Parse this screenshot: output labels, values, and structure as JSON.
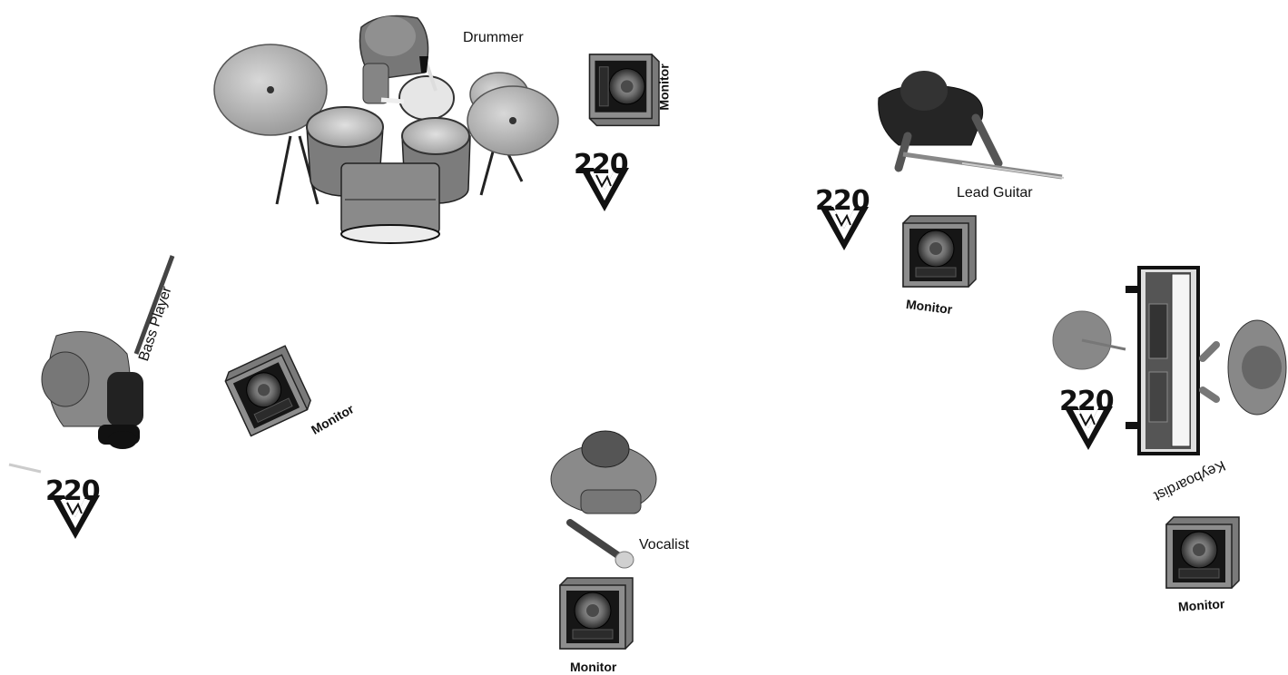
{
  "musicians": {
    "drummer": "Drummer",
    "lead_guitar": "Lead Guitar",
    "bass": "Bass Player",
    "vocalist": "Vocalist",
    "keyboardist": "Keyboardist"
  },
  "monitor_label": "Monitor",
  "power_label": "220"
}
